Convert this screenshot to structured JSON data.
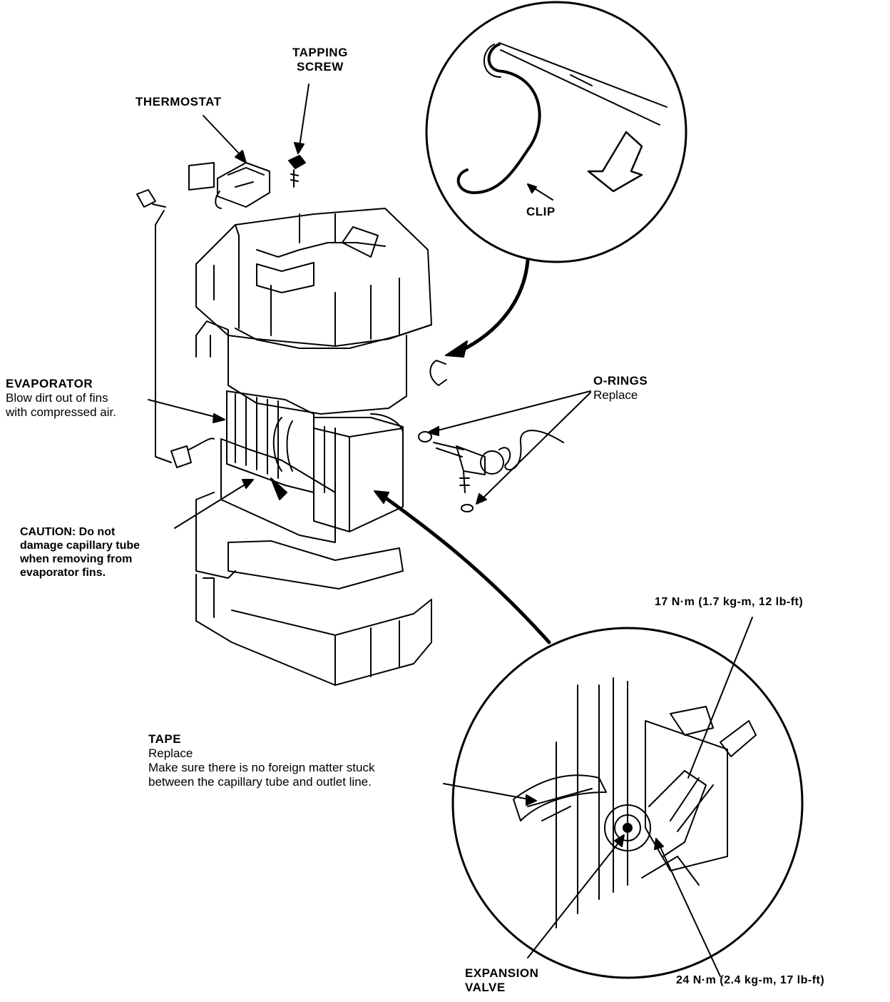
{
  "labels": {
    "tapping_screw": [
      "TAPPING",
      "SCREW"
    ],
    "thermostat": "THERMOSTAT",
    "clip": "CLIP",
    "evaporator": {
      "title": "EVAPORATOR",
      "lines": [
        "Blow dirt out of fins",
        "with compressed air."
      ]
    },
    "o_rings": {
      "title": "O-RINGS",
      "note": "Replace"
    },
    "caution": [
      "CAUTION: Do not",
      "damage capillary tube",
      "when removing from",
      "evaporator fins."
    ],
    "torque_top": "17 N·m (1.7 kg-m, 12 lb-ft)",
    "tape": {
      "title": "TAPE",
      "note": "Replace",
      "lines": [
        "Make sure there is no foreign matter stuck",
        "between the capillary tube and outlet line."
      ]
    },
    "expansion_valve": [
      "EXPANSION",
      "VALVE"
    ],
    "torque_bottom": "24 N·m (2.4 kg-m, 17 lb-ft)"
  },
  "colors": {
    "ink": "#000000",
    "paper": "#ffffff"
  }
}
